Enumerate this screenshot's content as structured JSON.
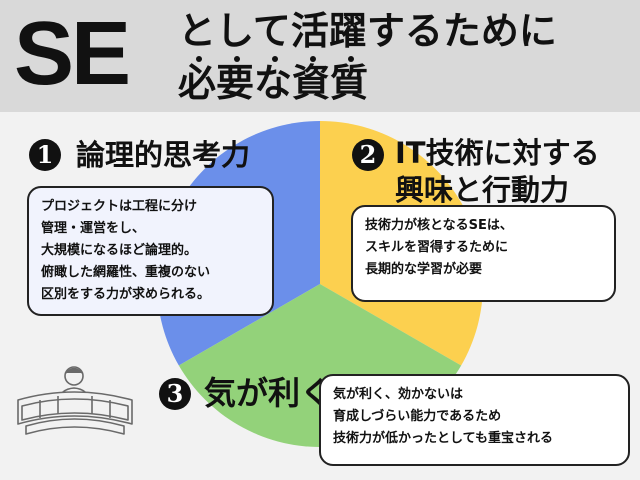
{
  "header": {
    "big_title": "SE",
    "title_line1": "として活躍するために",
    "title_line2": "必要な資質"
  },
  "sections": [
    {
      "number": "1",
      "heading": "論理的思考力",
      "lines": [
        "プロジェクトは工程に分け",
        "管理・運営をし、",
        "大規模になるほど論理的。",
        "俯瞰した網羅性、重複のない",
        "区別をする力が求められる。"
      ],
      "color": "#6b8fea"
    },
    {
      "number": "2",
      "heading_line1": "IT技術に対する",
      "heading_line2": "興味と行動力",
      "lines": [
        "技術力が核となるSEは、",
        "スキルを習得するために",
        "長期的な学習が必要"
      ],
      "color": "#fcd04f"
    },
    {
      "number": "3",
      "heading": "気が利く",
      "lines": [
        "気が利く、効かないは",
        "育成しづらい能力であるため",
        "技術力が低かったとしても重宝される"
      ],
      "color": "#93d27a"
    }
  ],
  "icons": {
    "illustration": "person-with-monitors-icon"
  }
}
